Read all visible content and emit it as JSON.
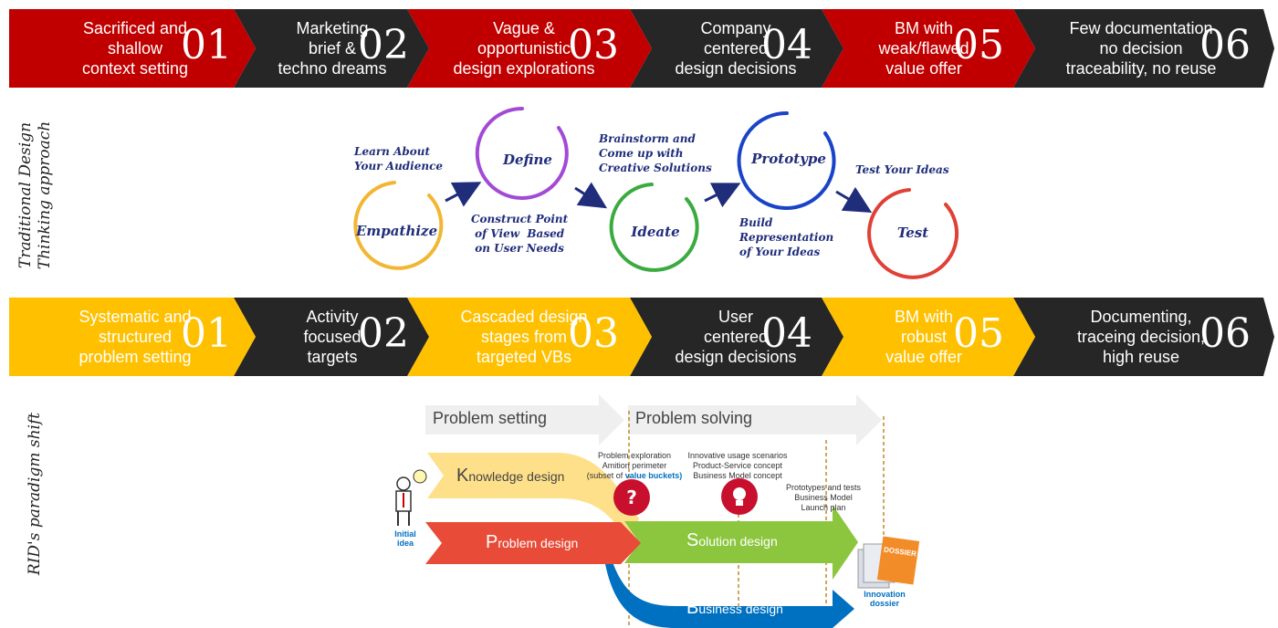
{
  "colors": {
    "red": "#c00000",
    "dark": "#262626",
    "gold": "#ffc000",
    "navy": "#1f2d7a",
    "empathize": "#f2b632",
    "define": "#a24ad6",
    "ideate": "#3bab3f",
    "prototype": "#1a44c8",
    "test": "#e04036",
    "knowledge": "#ffe08a",
    "problem": "#e84b38",
    "solution": "#8cc63f",
    "business": "#0070c0"
  },
  "top_bar": [
    {
      "text": "Sacrificed and\nshallow\ncontext setting",
      "num": "01",
      "style": "red"
    },
    {
      "text": "Marketing\nbrief &\ntechno dreams",
      "num": "02",
      "style": "dark"
    },
    {
      "text": "Vague &\nopportunistic\ndesign explorations",
      "num": "03",
      "style": "red"
    },
    {
      "text": "Company\ncentered\ndesign decisions",
      "num": "04",
      "style": "dark"
    },
    {
      "text": "BM with\nweak/flawed\nvalue offer",
      "num": "05",
      "style": "red"
    },
    {
      "text": "Few documentation\nno decision\ntraceability, no reuse",
      "num": "06",
      "style": "dark"
    }
  ],
  "bottom_bar": [
    {
      "text": "Systematic and\nstructured\nproblem setting",
      "num": "01",
      "style": "gold"
    },
    {
      "text": "Activity\nfocused\ntargets",
      "num": "02",
      "style": "dark"
    },
    {
      "text": "Cascaded design\nstages from\ntargeted VBs",
      "num": "03",
      "style": "gold"
    },
    {
      "text": "User\ncentered\ndesign decisions",
      "num": "04",
      "style": "dark"
    },
    {
      "text": "BM with\nrobust\nvalue offer",
      "num": "05",
      "style": "gold"
    },
    {
      "text": "Documenting,\ntraceing decision,\nhigh reuse",
      "num": "06",
      "style": "dark"
    }
  ],
  "side_labels": {
    "traditional": "Traditional Design\nThinking approach",
    "rid": "RID's paradigm shift"
  },
  "dt": {
    "stages": [
      {
        "name": "Empathize",
        "color_key": "empathize"
      },
      {
        "name": "Define",
        "color_key": "define"
      },
      {
        "name": "Ideate",
        "color_key": "ideate"
      },
      {
        "name": "Prototype",
        "color_key": "prototype"
      },
      {
        "name": "Test",
        "color_key": "test"
      }
    ],
    "notes": {
      "learn": "Learn About\nYour Audience",
      "construct": "Construct Point\nof View  Based\non User Needs",
      "brainstorm": "Brainstorm and\nCome up with\nCreative Solutions",
      "build": "Build\nRepresentation\nof Your Ideas",
      "test_ideas": "Test Your Ideas"
    }
  },
  "rid": {
    "problem_setting": "Problem setting",
    "problem_solving": "Problem solving",
    "knowledge_initial": "K",
    "knowledge_rest": "nowledge design",
    "problem_initial": "P",
    "problem_rest": "roblem design",
    "solution_initial": "S",
    "solution_rest": "olution design",
    "business_initial": "B",
    "business_rest": "usiness design",
    "note_exploration": "Problem exploration\nAmition perimeter",
    "note_subset_prefix": "(subset of ",
    "note_subset_highlight": "value buckets)",
    "note_innovative": "Innovative usage scenarios\nProduct-Service concept\nBusiness Model concept",
    "note_prototypes": "Prototypes and tests\nBusiness Model\nLaunch plan",
    "initial_idea": "Initial\nidea",
    "innovation_dossier": "Innovation\ndossier",
    "dossier_word": "DOSSIER"
  }
}
